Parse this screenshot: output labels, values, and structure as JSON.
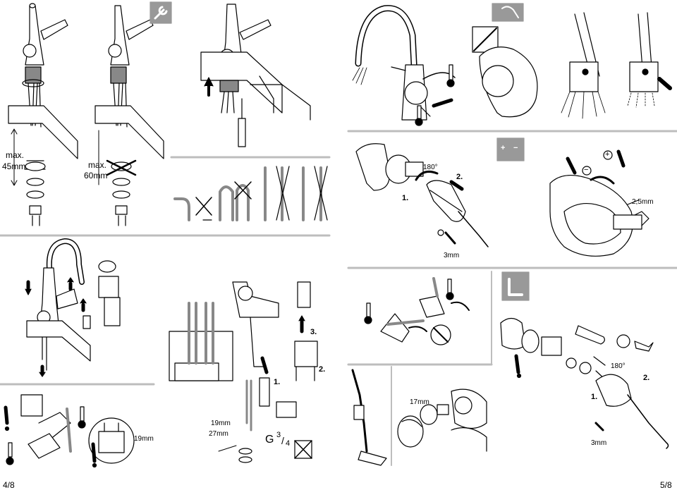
{
  "pages": {
    "left": "4/8",
    "right": "5/8"
  },
  "panel_a": {
    "depth_max_1": "max.",
    "depth_val_1": "45mm",
    "depth_max_2": "max.",
    "depth_val_2": "60mm"
  },
  "panel_d": {
    "angle": "180°",
    "step1": "1.",
    "step2": "2.",
    "allen": "3mm"
  },
  "panel_e": {
    "hex": "2,5mm",
    "plus": "+",
    "minus": "−",
    "btn_plus": "+",
    "btn_minus": "−"
  },
  "panel_f": {
    "wrench": "19mm"
  },
  "panel_g": {
    "wrench_a": "19mm",
    "wrench_b": "27mm",
    "thread_g": "G",
    "thread_num": "3",
    "thread_den": "4",
    "step3": "3.",
    "step2": "2.",
    "step1": "1."
  },
  "panel_h": {
    "wrench": "17mm"
  },
  "panel_i": {
    "angle": "180°",
    "step1": "1.",
    "step2": "2.",
    "allen": "3mm"
  },
  "icons": {
    "wrench": "wrench-icon",
    "allen_key": "allen-key-icon",
    "warning": "warning-icon",
    "hot": "thermometer-hot-icon",
    "cold": "thermometer-cold-icon"
  }
}
